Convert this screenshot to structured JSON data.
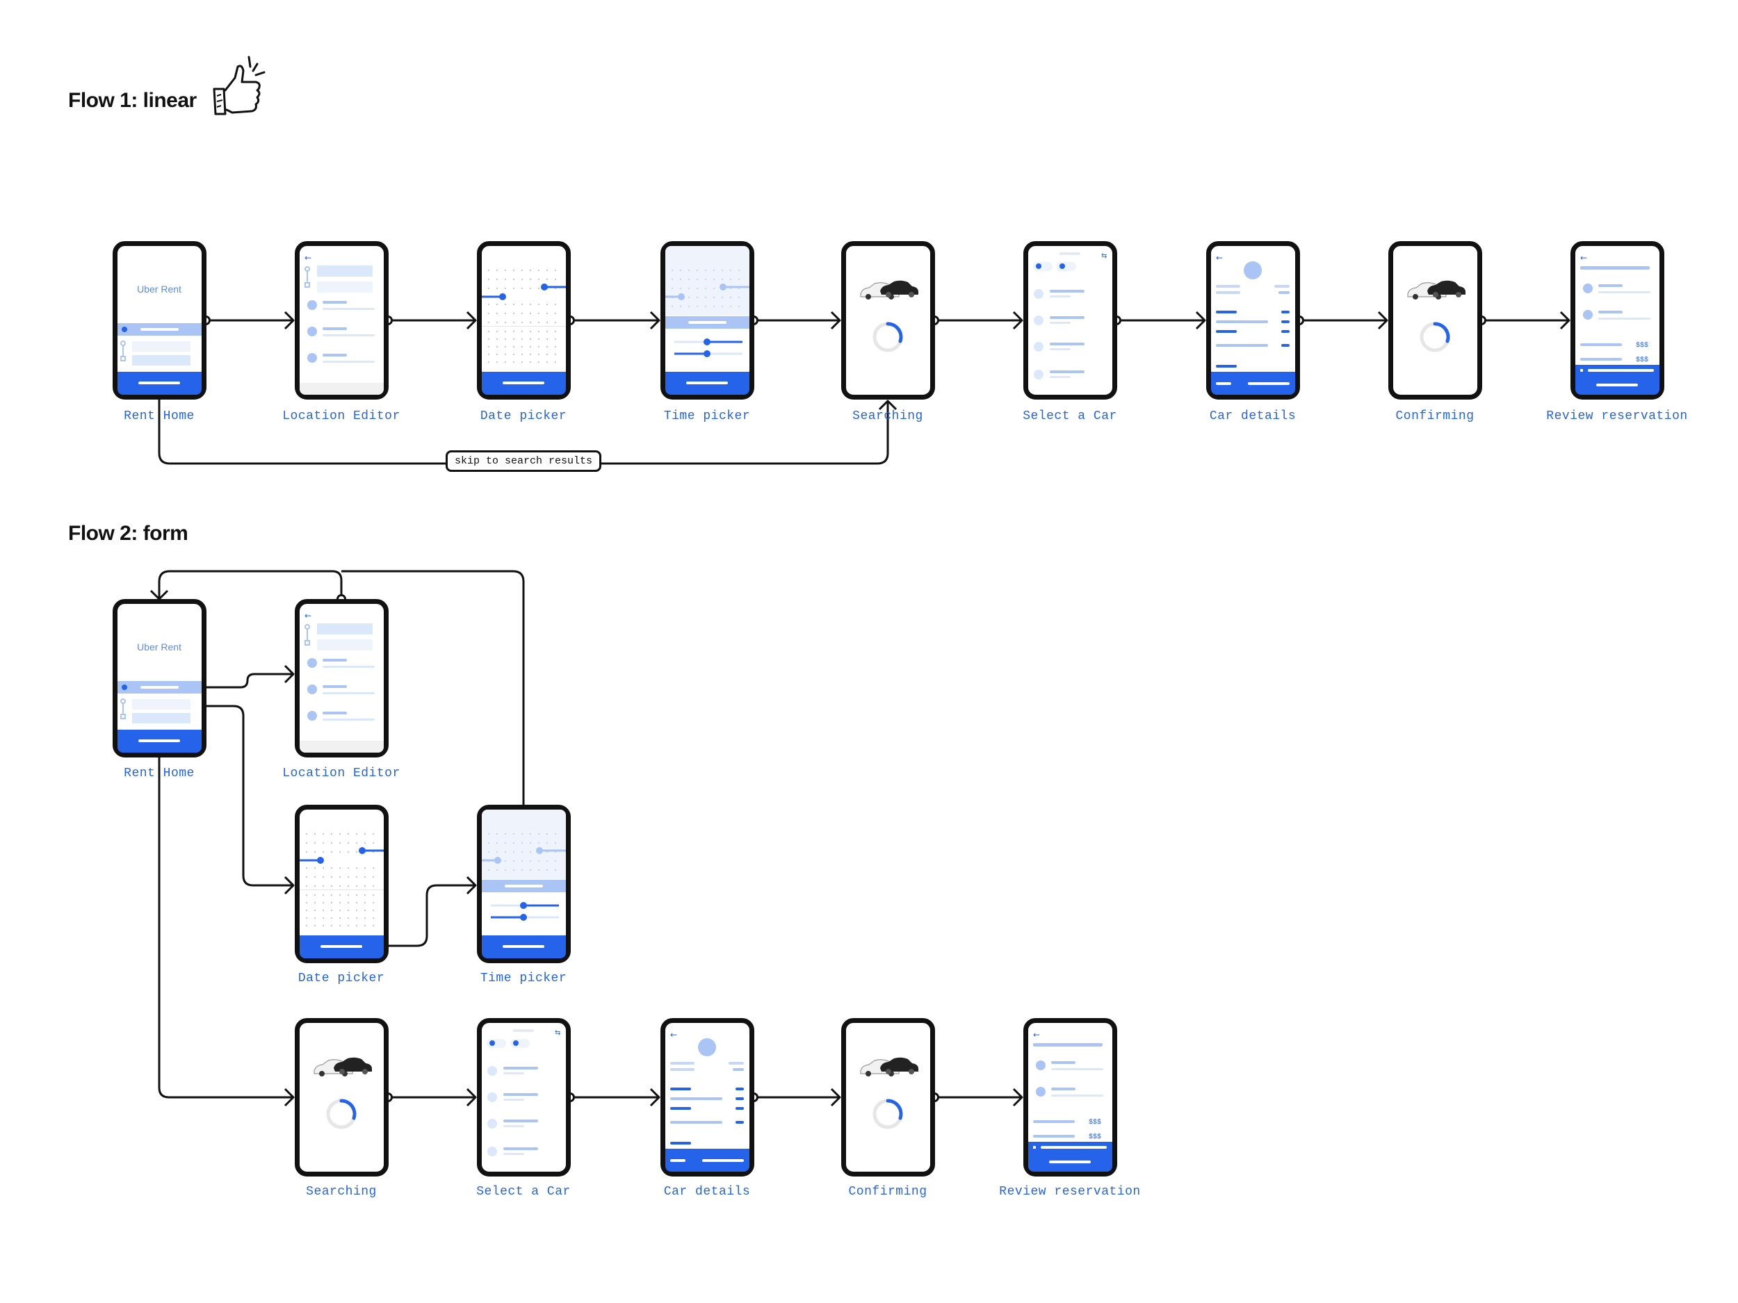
{
  "flows": [
    {
      "title": "Flow 1: linear",
      "screens": [
        {
          "label": "Rent Home",
          "app_name": "Uber Rent"
        },
        {
          "label": "Location Editor"
        },
        {
          "label": "Date picker"
        },
        {
          "label": "Time picker"
        },
        {
          "label": "Searching"
        },
        {
          "label": "Select a Car"
        },
        {
          "label": "Car details"
        },
        {
          "label": "Confirming"
        },
        {
          "label": "Review reservation",
          "price_1": "$$$",
          "price_2": "$$$"
        }
      ],
      "connector_label": "skip to search results"
    },
    {
      "title": "Flow 2: form",
      "screens": [
        {
          "label": "Rent Home",
          "app_name": "Uber Rent"
        },
        {
          "label": "Location Editor"
        },
        {
          "label": "Date picker"
        },
        {
          "label": "Time picker"
        },
        {
          "label": "Searching"
        },
        {
          "label": "Select a Car"
        },
        {
          "label": "Car details"
        },
        {
          "label": "Confirming"
        },
        {
          "label": "Review reservation",
          "price_1": "$$$",
          "price_2": "$$$"
        }
      ]
    }
  ],
  "colors": {
    "accent": "#2563eb",
    "accent_light": "#a9c4f5",
    "accent_pale": "#dbe7fb",
    "frame": "#111111"
  },
  "icons": [
    "thumbs-up-icon",
    "arrow-icon",
    "spinner-icon",
    "car-icon"
  ]
}
